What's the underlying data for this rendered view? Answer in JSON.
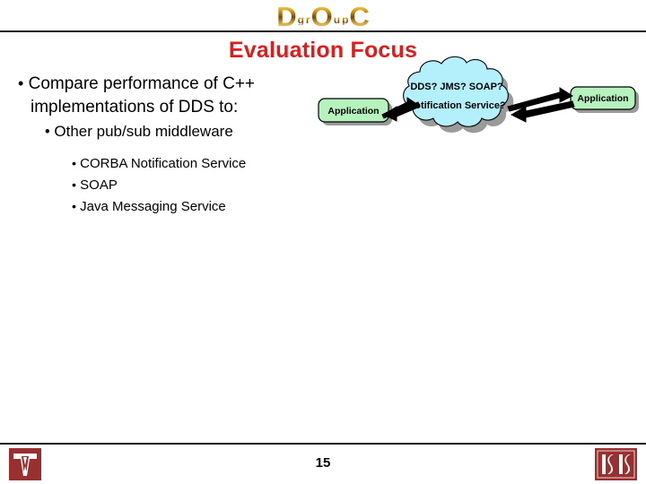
{
  "slide": {
    "title": "Evaluation Focus",
    "page_number": "15",
    "title_color": "#e01b1b",
    "background": "#ffffff",
    "rule_color": "#1a1a1a"
  },
  "header_logo": {
    "name": "doc-group-logo",
    "big_letters": [
      "D",
      "O",
      "C"
    ],
    "small_letters": [
      "g",
      "r",
      "u",
      "p"
    ],
    "full_text": "D.O.C group",
    "color": "#c08a1e"
  },
  "bullets": {
    "level1": "Compare performance of C++",
    "level1_cont": "implementations of DDS to:",
    "level2": "Other pub/sub middleware",
    "level3": [
      "CORBA Notification Service",
      "SOAP",
      "Java Messaging Service"
    ],
    "marker": "•"
  },
  "diagram": {
    "left_box_label": "Application",
    "right_box_label": "Application",
    "cloud_line1": "DDS? JMS? SOAP?",
    "cloud_line2": "Notification Service?",
    "box_fill": "#b6f2bd",
    "cloud_fill": "#b3f0fb",
    "shadow_color": "#9a9a9a",
    "stroke": "#000000"
  },
  "footer": {
    "vanderbilt_logo_letter": "V",
    "isis_logo_text": "ISIS",
    "logo_color": "#9a2f2f"
  }
}
